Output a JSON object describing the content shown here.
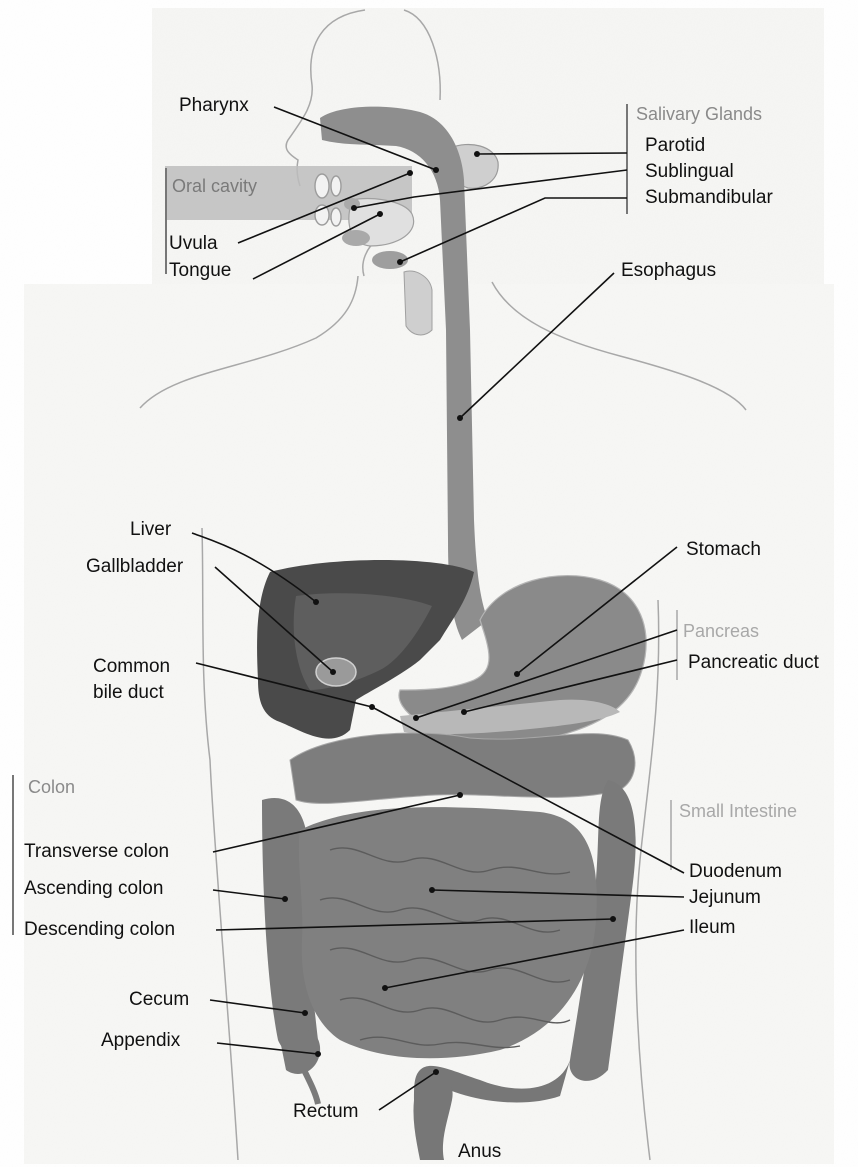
{
  "labels": {
    "pharynx": "Pharynx",
    "oral_cavity": "Oral cavity",
    "uvula": "Uvula",
    "tongue": "Tongue",
    "salivary_glands": "Salivary Glands",
    "parotid": "Parotid",
    "sublingual": "Sublingual",
    "submandibular": "Submandibular",
    "esophagus": "Esophagus",
    "liver": "Liver",
    "gallbladder": "Gallbladder",
    "stomach": "Stomach",
    "pancreas": "Pancreas",
    "pancreatic_duct": "Pancreatic duct",
    "common_bile_duct_line1": "Common",
    "common_bile_duct_line2": "bile duct",
    "colon": "Colon",
    "transverse_colon": "Transverse colon",
    "ascending_colon": "Ascending colon",
    "descending_colon": "Descending colon",
    "small_intestine": "Small Intestine",
    "duodenum": "Duodenum",
    "jejunum": "Jejunum",
    "ileum": "Ileum",
    "cecum": "Cecum",
    "appendix": "Appendix",
    "rectum": "Rectum",
    "anus": "Anus"
  },
  "colors": {
    "group_heading": "#8a8a8a",
    "oral_band": "#bdbdbd",
    "organ_tract": "#8e8e8e",
    "liver": "#4a4a4a",
    "gallbladder": "#9a9a9a",
    "intestines": "#7f7f7f",
    "outline": "#a8a8a8"
  }
}
